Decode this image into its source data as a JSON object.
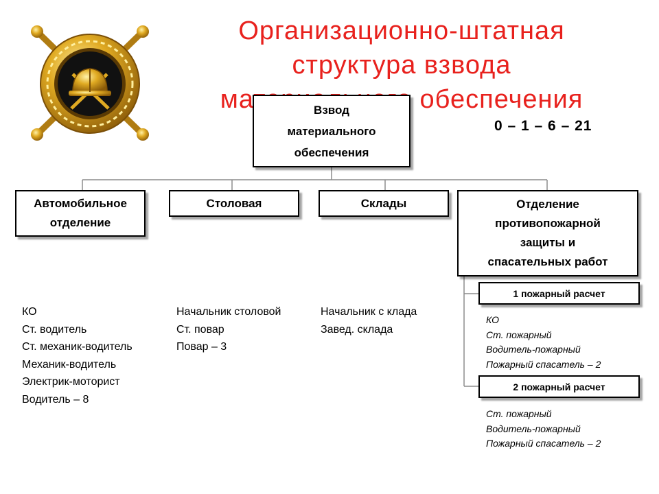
{
  "title": "Организационно-штатная\nструктура  взвода\nматериального обеспечения",
  "staff_code": "0 – 1 – 6 – 21",
  "colors": {
    "title": "#e8211d",
    "emblem_gold": "#d9a21b",
    "emblem_black": "#111111"
  },
  "emblem": {
    "icon": "fire-service-emblem"
  },
  "org": {
    "top": "Взвод\nматериального\nобеспечения",
    "units": [
      {
        "label": "Автомобильное\nотделение",
        "staff": [
          "КО",
          "Ст. водитель",
          "Ст. механик-водитель",
          "Механик-водитель",
          "Электрик-моторист",
          "Водитель – 8"
        ]
      },
      {
        "label": "Столовая",
        "staff": [
          "Начальник столовой",
          "Ст. повар",
          "Повар – 3"
        ]
      },
      {
        "label": "Склады",
        "staff": [
          "Начальник с клада",
          "Завед. склада"
        ]
      },
      {
        "label": "Отделение\nпротивопожарной\nзащиты и\nспасательных работ",
        "crews": [
          {
            "label": "1 пожарный расчет",
            "staff": [
              "КО",
              "Ст. пожарный",
              "Водитель-пожарный",
              "Пожарный спасатель – 2"
            ]
          },
          {
            "label": "2 пожарный расчет",
            "staff": [
              "Ст. пожарный",
              "Водитель-пожарный",
              "Пожарный спасатель – 2"
            ]
          }
        ]
      }
    ]
  }
}
